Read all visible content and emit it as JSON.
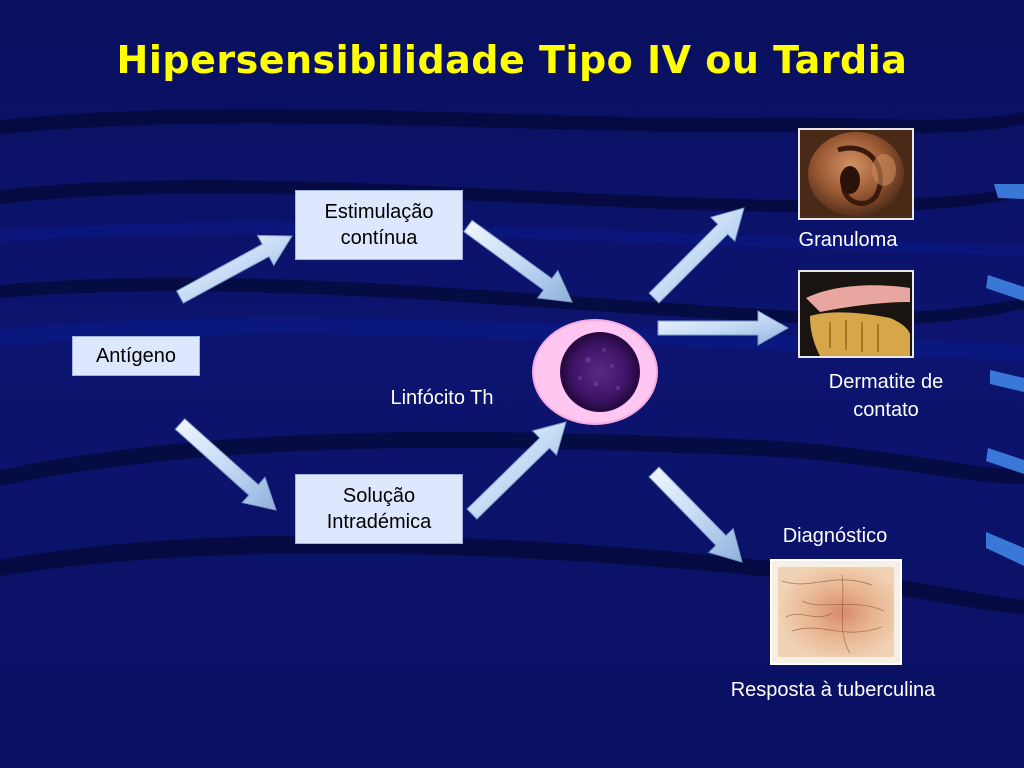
{
  "slide": {
    "title": "Hipersensibilidade Tipo IV ou Tardia",
    "nodes": {
      "antigen": "Antígeno",
      "continuous_stimulation": "Estimulação contínua",
      "intradermal_solution": "Solução Intradémica",
      "lymphocyte": "Linfócito Th"
    },
    "outcomes": {
      "granuloma": "Granuloma",
      "contact_dermatitis": "Dermatite de contato",
      "diagnosis": "Diagnóstico",
      "tuberculin_response": "Resposta à tuberculina"
    },
    "colors": {
      "title": "#ffff00",
      "background": "#0b1063",
      "box_fill": "#dde8ff",
      "cell_outer": "#ffc6f2",
      "cell_nucleus": "#4a1a6e",
      "arrow_fill": "#c6dcf5"
    }
  }
}
